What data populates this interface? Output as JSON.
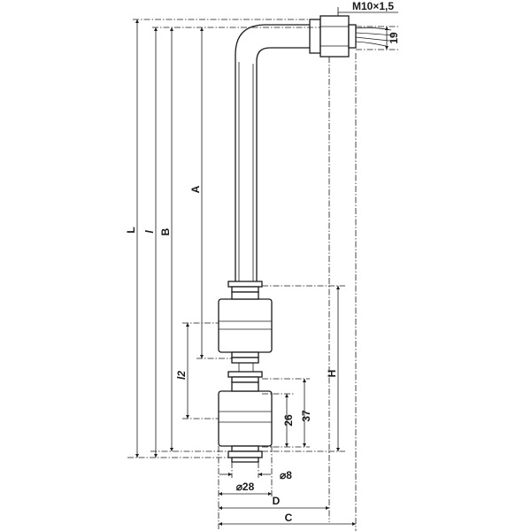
{
  "labels": {
    "thread": "M10×1,5",
    "dim_19": "19",
    "dim_L": "L",
    "dim_l": "l",
    "dim_B": "B",
    "dim_A": "A",
    "dim_l2": "l2",
    "dim_H": "H",
    "dim_26": "26",
    "dim_37": "37",
    "dim_dia8": "⌀8",
    "dim_dia28": "⌀28",
    "dim_D": "D",
    "dim_C": "C"
  }
}
